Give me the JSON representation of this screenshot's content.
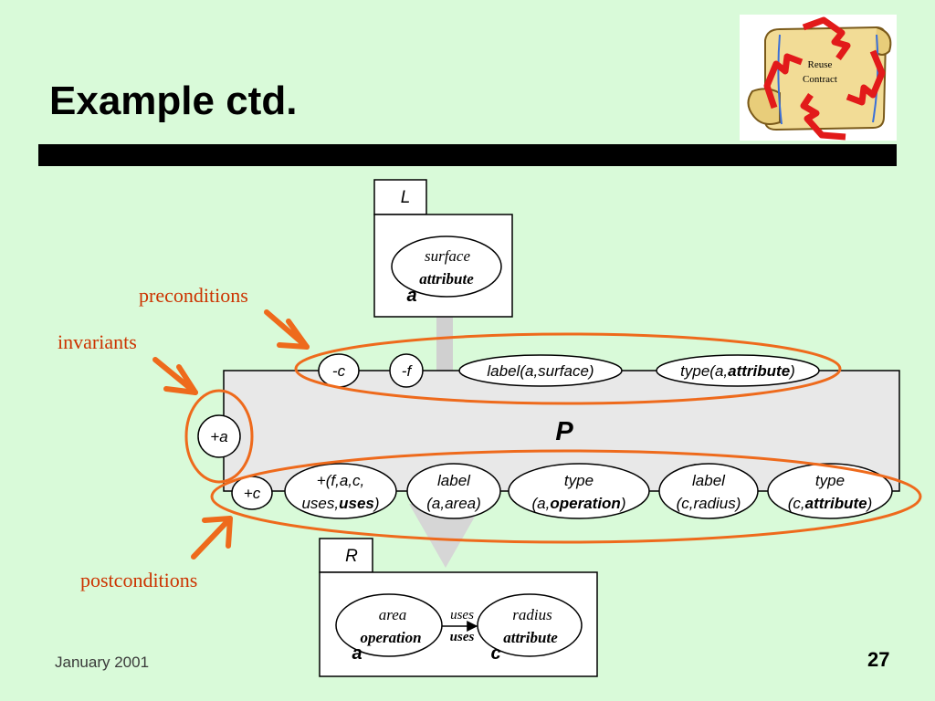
{
  "slide": {
    "title": "Example ctd.",
    "footer_date": "January 2001",
    "page_number": "27"
  },
  "logo": {
    "line1": "Reuse",
    "line2": "Contract"
  },
  "annotations": {
    "preconditions": "preconditions",
    "invariants": "invariants",
    "postconditions": "postconditions"
  },
  "colors": {
    "background": "#d9fad9",
    "annotation_orange": "#ee6a1c",
    "annotation_text": "#cc3300"
  },
  "box_L": {
    "tab": "L",
    "node_line1": "surface",
    "node_line2": "attribute",
    "node_label": "a"
  },
  "box_P": {
    "label": "P",
    "preconditions": [
      "-c",
      "-f"
    ],
    "pre_label": "label(a,surface)",
    "pre_type_prefix": "type(a,",
    "pre_type_bold": "attribute",
    "pre_type_suffix": ")",
    "invariant": "+a",
    "post_c": "+c",
    "post1_line1": "+(f,a,c,",
    "post1_line2_prefix": "uses,",
    "post1_line2_bold": "uses",
    "post1_line2_suffix": ")",
    "post2_line1": "label",
    "post2_line2": "(a,area)",
    "post3_line1": "type",
    "post3_line2_prefix": "(a,",
    "post3_line2_bold": "operation",
    "post3_line2_suffix": ")",
    "post4_line1": "label",
    "post4_line2": "(c,radius)",
    "post5_line1": "type",
    "post5_line2_prefix": "(c,",
    "post5_line2_bold": "attribute",
    "post5_line2_suffix": ")"
  },
  "box_R": {
    "tab": "R",
    "node1_line1": "area",
    "node1_line2": "operation",
    "node1_label": "a",
    "edge_line1": "uses",
    "edge_line2": "uses",
    "node2_line1": "radius",
    "node2_line2": "attribute",
    "node2_label": "c"
  }
}
